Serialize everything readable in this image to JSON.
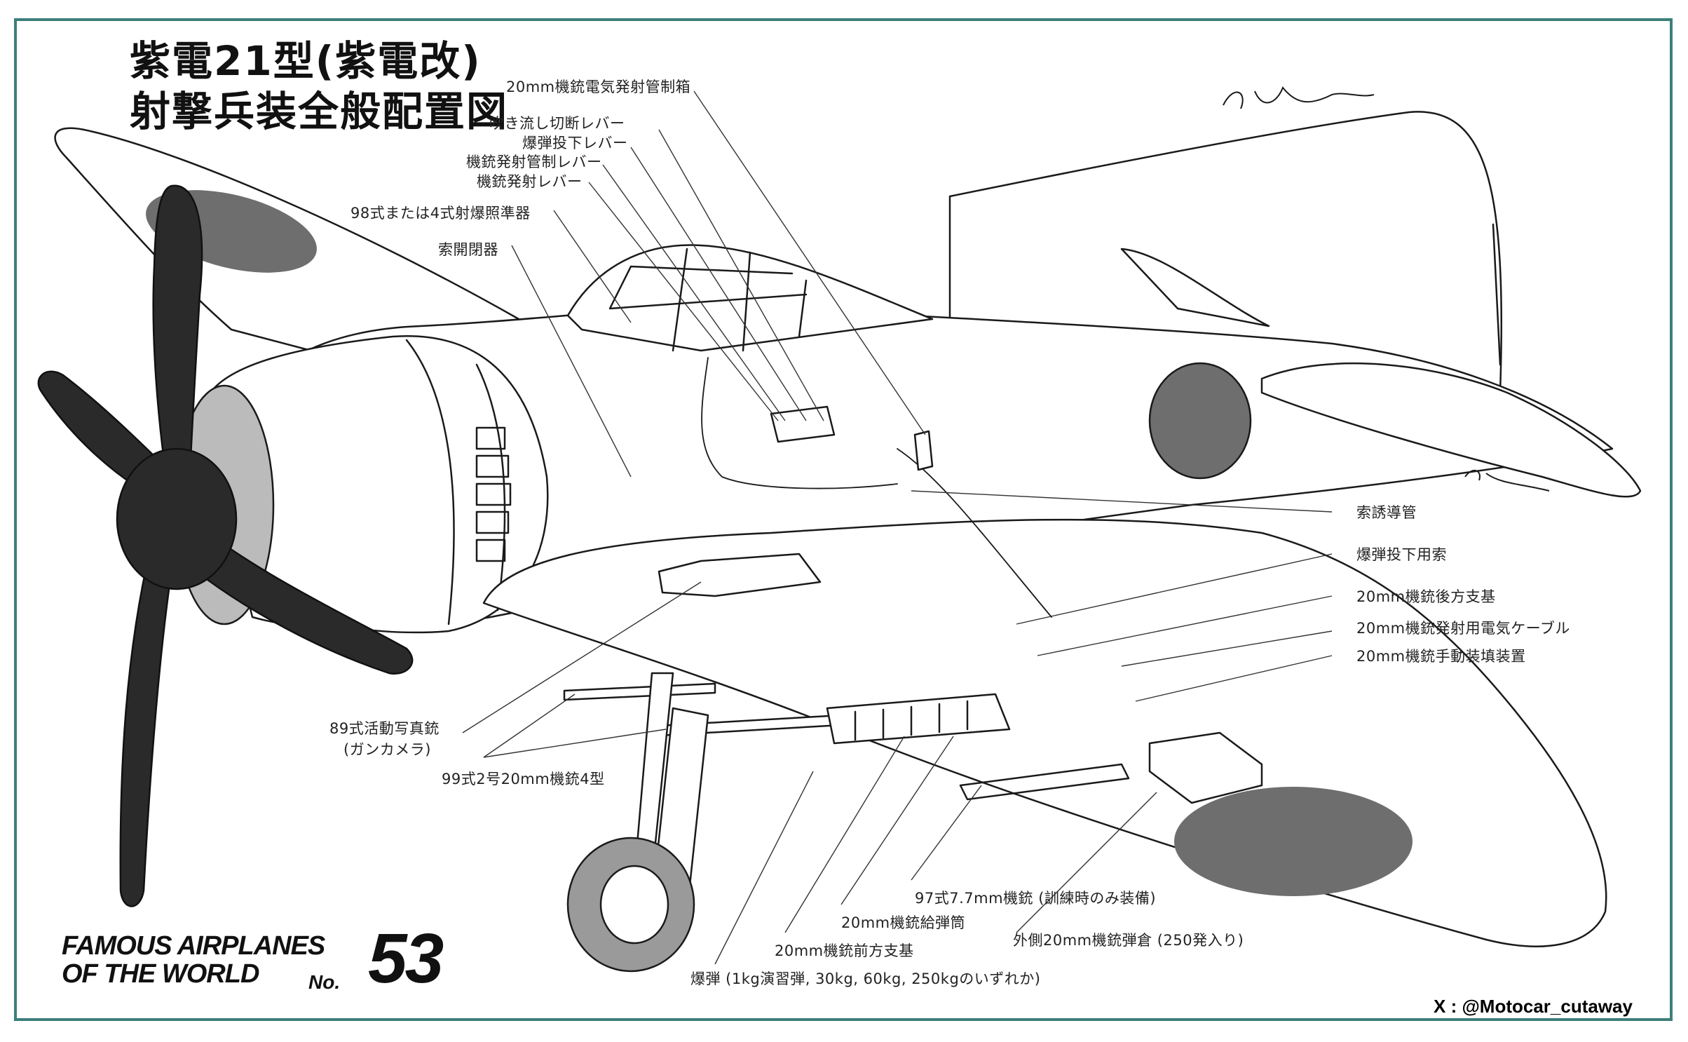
{
  "title": {
    "line1": "紫電21型(紫電改)",
    "line2": "射撃兵装全般配置図"
  },
  "labels": {
    "elec_box": "20mm機銃電気発射管制箱",
    "jettison_lever": "吹き流し切断レバー",
    "bomb_lever": "爆弾投下レバー",
    "gun_control_lever": "機銃発射管制レバー",
    "gun_fire_lever": "機銃発射レバー",
    "gunsight": "98式または4式射爆照準器",
    "cable_switch": "索開閉器",
    "cable_guide": "索誘導管",
    "bomb_release": "爆弾投下用索",
    "rear_mount": "20mm機銃後方支基",
    "elec_cable": "20mm機銃発射用電気ケーブル",
    "manual_charger": "20mm機銃手動装填装置",
    "gun_camera_1": "89式活動写真銃",
    "gun_camera_2": "(ガンカメラ)",
    "cannon": "99式2号20mm機銃4型",
    "mg_77": "97式7.7mm機銃 (訓練時のみ装備)",
    "feed_chute": "20mm機銃給弾筒",
    "front_mount": "20mm機銃前方支基",
    "outer_magazine": "外側20mm機銃弾倉 (250発入り)",
    "bombs": "爆弾 (1kg演習弾, 30kg, 60kg, 250kgのいずれか)"
  },
  "brand": {
    "line1": "FAMOUS AIRPLANES",
    "line2": "OF THE WORLD",
    "no_label": "No.",
    "number": "53"
  },
  "credit": "X : @Motocar_cutaway",
  "colors": {
    "frame": "#3d7f7a",
    "ink": "#1a1a1a",
    "hinomaru": "#6e6e6e"
  }
}
